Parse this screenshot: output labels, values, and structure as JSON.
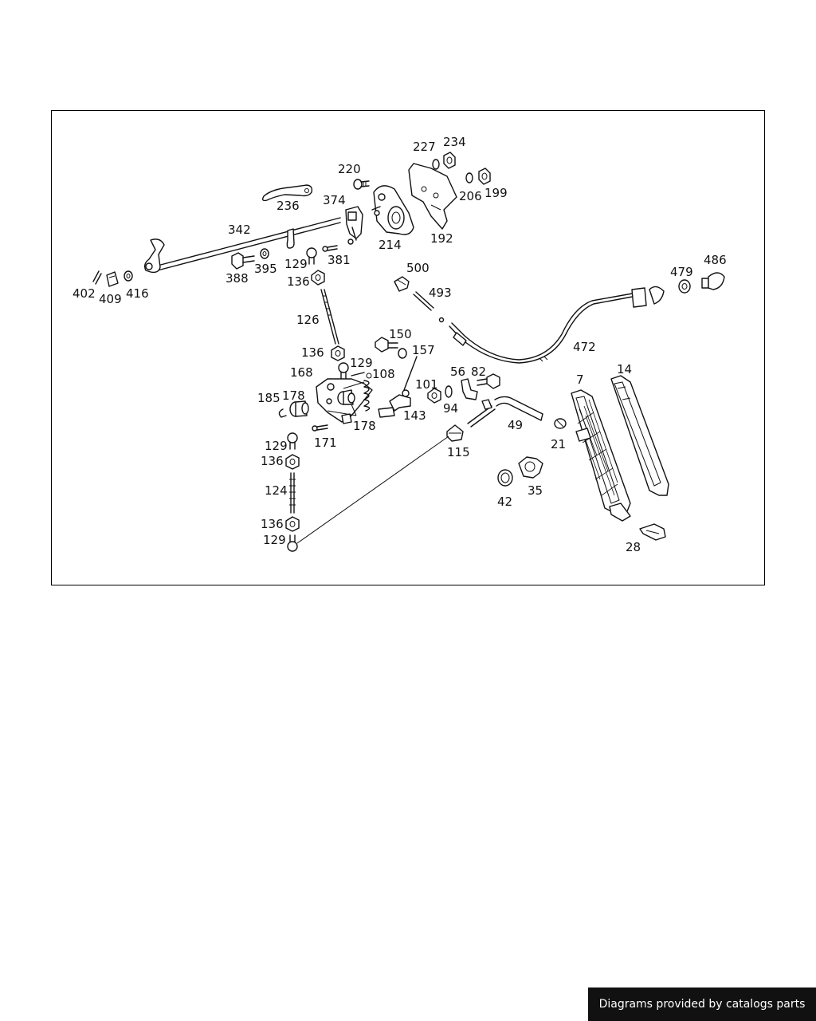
{
  "footer": {
    "credit_text": "Diagrams provided by catalogs parts"
  },
  "part_labels": [
    "227",
    "234",
    "220",
    "206",
    "199",
    "374",
    "236",
    "342",
    "214",
    "192",
    "129",
    "381",
    "388",
    "395",
    "500",
    "479",
    "486",
    "402",
    "409",
    "416",
    "136",
    "493",
    "126",
    "150",
    "157",
    "472",
    "136",
    "129",
    "168",
    "108",
    "56",
    "82",
    "7",
    "14",
    "185",
    "178",
    "101",
    "94",
    "143",
    "49",
    "178",
    "21",
    "171",
    "115",
    "129",
    "136",
    "124",
    "42",
    "35",
    "136",
    "129",
    "28"
  ]
}
